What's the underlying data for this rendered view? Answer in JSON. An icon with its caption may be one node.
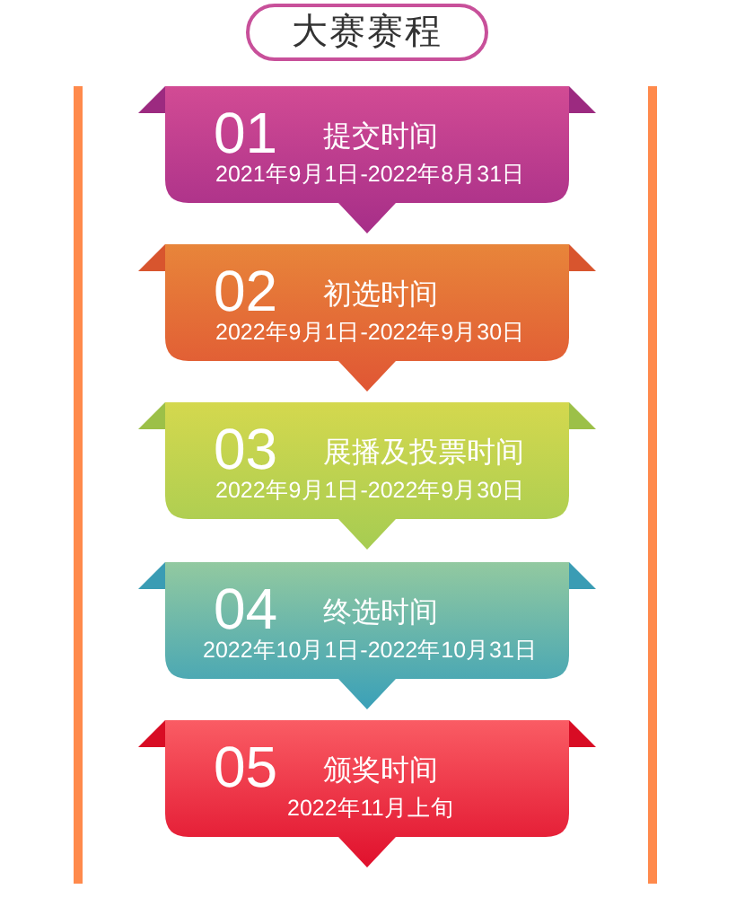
{
  "diagram": {
    "title": "大赛赛程",
    "nodes": [
      {
        "text": [
          "01",
          "提交时间",
          "2021年9月1日-2022年8月31日"
        ]
      },
      {
        "text": [
          "02",
          "初选时间",
          "2022年9月1日-2022年9月30日"
        ]
      },
      {
        "text": [
          "03",
          "展播及投票时间",
          "2022年9月1日-2022年9月30日"
        ]
      },
      {
        "text": [
          "04",
          "终选时间",
          "2022年10月1日-2022年10月31日"
        ]
      },
      {
        "text": [
          "05",
          "颁奖时间",
          "2022年11月上旬"
        ]
      }
    ]
  }
}
